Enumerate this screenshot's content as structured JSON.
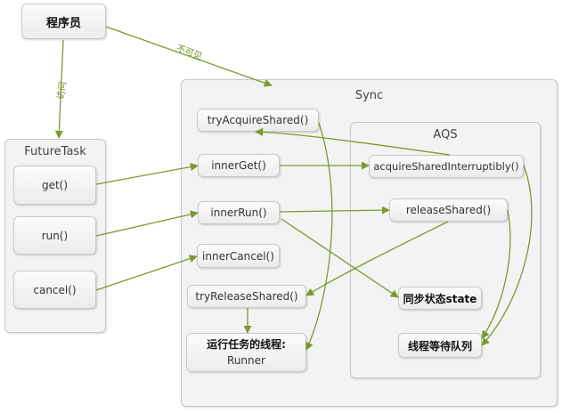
{
  "programmer": {
    "label": "程序员"
  },
  "edge_labels": {
    "access": "访问",
    "not_visible": "不可见"
  },
  "futuretask": {
    "title": "FutureTask",
    "methods": [
      "get()",
      "run()",
      "cancel()"
    ]
  },
  "sync": {
    "title": "Sync",
    "methods": [
      "tryAcquireShared()",
      "innerGet()",
      "innerRun()",
      "innerCancel()",
      "tryReleaseShared()"
    ],
    "runner": {
      "line1": "运行任务的线程:",
      "line2": "Runner"
    }
  },
  "aqs": {
    "title": "AQS",
    "methods": [
      "acquireSharedInterruptibly()",
      "releaseShared()"
    ],
    "state": "同步状态state",
    "queue": "线程等待队列"
  },
  "colors": {
    "arrow": "#7a9a2e",
    "border": "#c9c9c9"
  }
}
